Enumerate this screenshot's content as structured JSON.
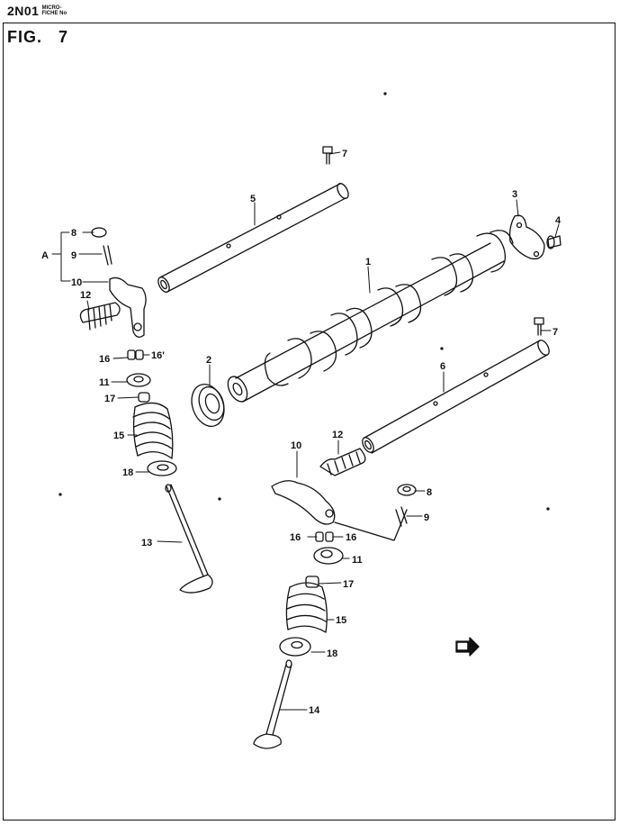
{
  "header": {
    "code": "2N01",
    "microfiche_line1": "MICRO-",
    "microfiche_line2": "FICHE No",
    "fig_label": "FIG.",
    "fig_number": "7"
  },
  "labels": {
    "p1": "1",
    "p2": "2",
    "p3": "3",
    "p4": "4",
    "p5": "5",
    "p6": "6",
    "p7a": "7",
    "p7b": "7",
    "p8a": "8",
    "p8b": "8",
    "p9a": "9",
    "p9b": "9",
    "p10a": "10",
    "p10b": "10",
    "p11a": "11",
    "p11b": "11",
    "p12a": "12",
    "p12b": "12",
    "p13": "13",
    "p14": "14",
    "p15a": "15",
    "p15b": "15",
    "p16a": "16",
    "p16a2": "16'",
    "p16b": "16",
    "p16b2": "16",
    "p17a": "17",
    "p17b": "17",
    "p18a": "18",
    "p18b": "18",
    "A": "A"
  },
  "colors": {
    "line": "#111111",
    "paper": "#ffffff"
  },
  "icons": {
    "direction": "direction-arrow-icon"
  }
}
